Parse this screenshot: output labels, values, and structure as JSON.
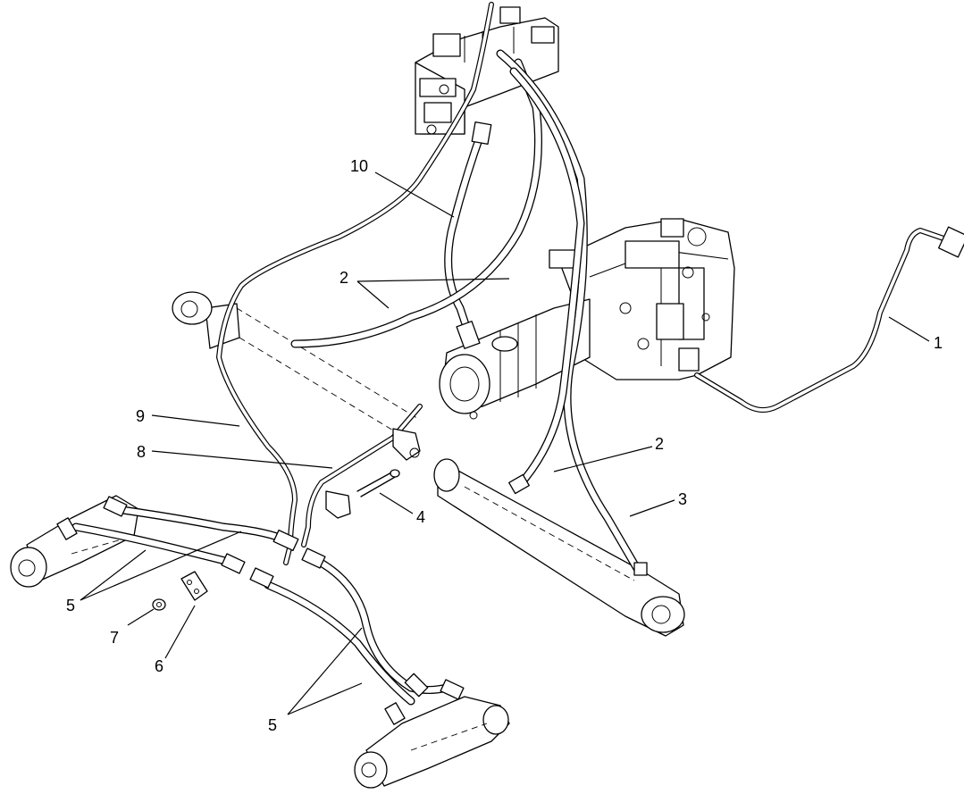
{
  "callouts": [
    {
      "id": "c1",
      "label": "1"
    },
    {
      "id": "c2a",
      "label": "2"
    },
    {
      "id": "c2b",
      "label": "2"
    },
    {
      "id": "c3",
      "label": "3"
    },
    {
      "id": "c4",
      "label": "4"
    },
    {
      "id": "c5a",
      "label": "5"
    },
    {
      "id": "c5b",
      "label": "5"
    },
    {
      "id": "c6",
      "label": "6"
    },
    {
      "id": "c7",
      "label": "7"
    },
    {
      "id": "c8",
      "label": "8"
    },
    {
      "id": "c9",
      "label": "9"
    },
    {
      "id": "c10",
      "label": "10"
    }
  ]
}
